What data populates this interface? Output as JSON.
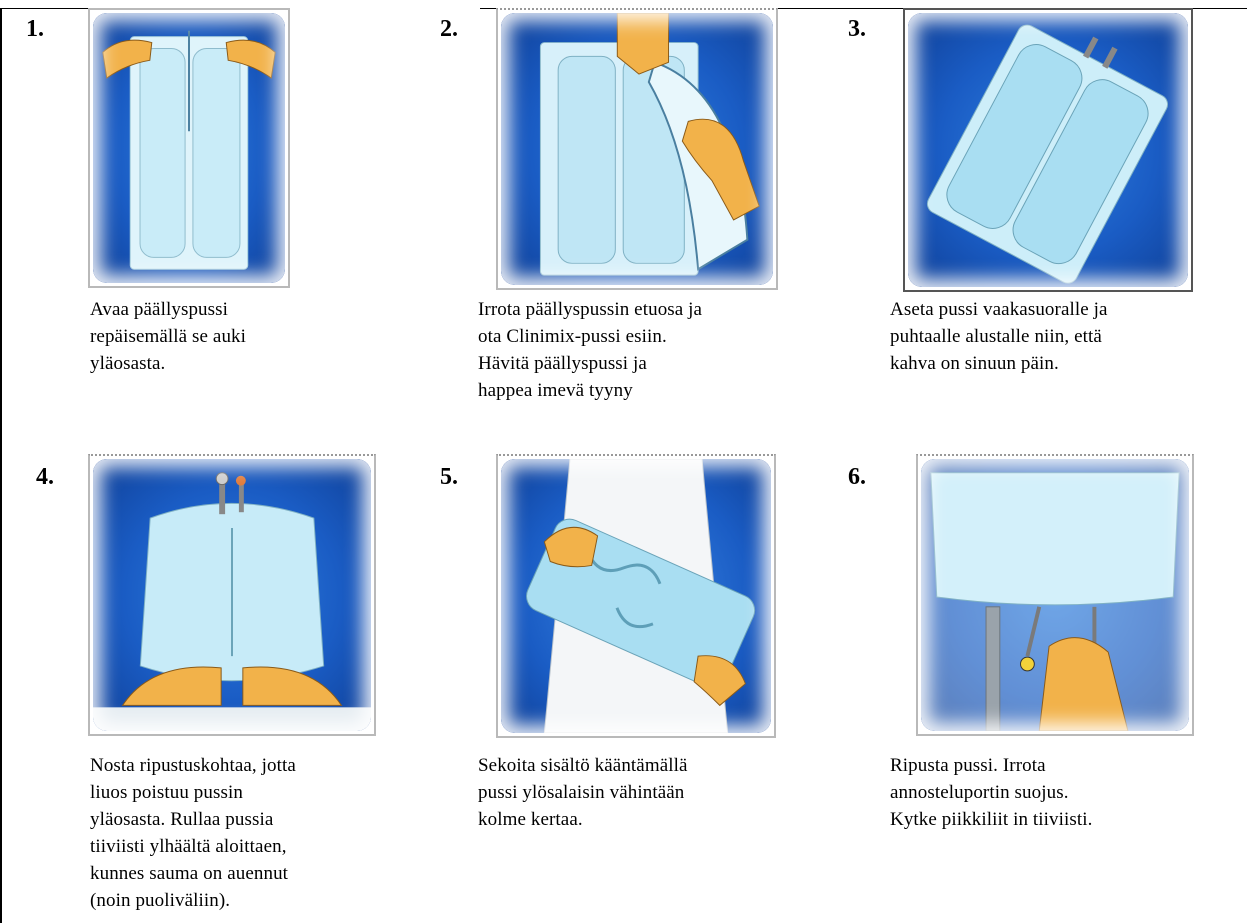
{
  "steps": [
    {
      "number": "1.",
      "caption": "Avaa päällyspussi\nrepäisemällä  se auki\nyläosasta."
    },
    {
      "number": "2.",
      "caption": "Irrota päällyspussin etuosa ja\nota Clinimix-pussi esiin.\nHävitä päällyspussi ja\nhappea imevä  tyyny"
    },
    {
      "number": "3.",
      "caption": "Aseta pussi vaakasuoralle ja\npuhtaalle alustalle niin, että\nkahva on sinuun päin."
    },
    {
      "number": "4.",
      "caption": "Nosta ripustuskohtaa, jotta\nliuos poistuu pussin\nyläosasta. Rullaa  pussia\ntiiviisti ylhäältä aloittaen,\nkunnes sauma on auennut\n(noin puoliväliin)."
    },
    {
      "number": "5.",
      "caption": "Sekoita sisältö kääntämällä\npussi ylösalaisin vähintään\nkolme  kertaa."
    },
    {
      "number": "6.",
      "caption": "Ripusta pussi. Irrota\nannosteluportin suojus.\nKytke piikkiliit in  tiiviisti."
    }
  ],
  "images": [
    {
      "icon": "bag-opening-illustration"
    },
    {
      "icon": "bag-removing-illustration"
    },
    {
      "icon": "bag-on-surface-illustration"
    },
    {
      "icon": "bag-rolling-illustration"
    },
    {
      "icon": "bag-mixing-illustration"
    },
    {
      "icon": "bag-hanging-illustration"
    }
  ],
  "colors": {
    "background": "#1a5cc4",
    "bag": "#bfe6f5",
    "glove": "#f2b24a"
  }
}
